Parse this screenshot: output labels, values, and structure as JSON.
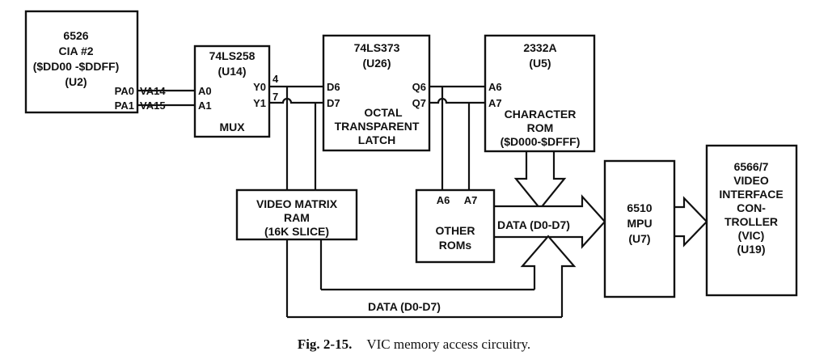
{
  "cia": {
    "name": "6526",
    "line2": "CIA #2",
    "range": "($DD00 -$DDFF)",
    "ref": "(U2)",
    "pa0": "PA0",
    "pa1": "PA1"
  },
  "signals": {
    "va14": "VA14",
    "va15": "VA15",
    "a6": "A6",
    "a7": "A7",
    "d6": "D6",
    "d7": "D7",
    "pin4": "4",
    "pin7": "7"
  },
  "mux": {
    "name": "74LS258",
    "ref": "(U14)",
    "a0": "A0",
    "a1": "A1",
    "y0": "Y0",
    "y1": "Y1",
    "label": "MUX"
  },
  "latch": {
    "name": "74LS373",
    "ref": "(U26)",
    "q6": "Q6",
    "q7": "Q7",
    "line1": "OCTAL",
    "line2": "TRANSPARENT",
    "line3": "LATCH"
  },
  "char_rom": {
    "name": "2332A",
    "ref": "(U5)",
    "line1": "CHARACTER",
    "line2": "ROM",
    "range": "($D000-$DFFF)"
  },
  "vram": {
    "line1": "VIDEO MATRIX",
    "line2": "RAM",
    "line3": "(16K SLICE)"
  },
  "other_roms": {
    "line1": "OTHER",
    "line2": "ROMs"
  },
  "mpu": {
    "name": "6510",
    "line2": "MPU",
    "ref": "(U7)"
  },
  "vic": {
    "line1": "6566/7",
    "line2": "VIDEO",
    "line3": "INTERFACE",
    "line4": "CON-",
    "line5": "TROLLER",
    "line6": "(VIC)",
    "ref": "(U19)"
  },
  "bus": {
    "upper": "DATA (D0-D7)",
    "lower": "DATA (D0-D7)"
  },
  "caption": {
    "figure": "Fig. 2-15.",
    "text": "VIC memory access circuitry."
  }
}
